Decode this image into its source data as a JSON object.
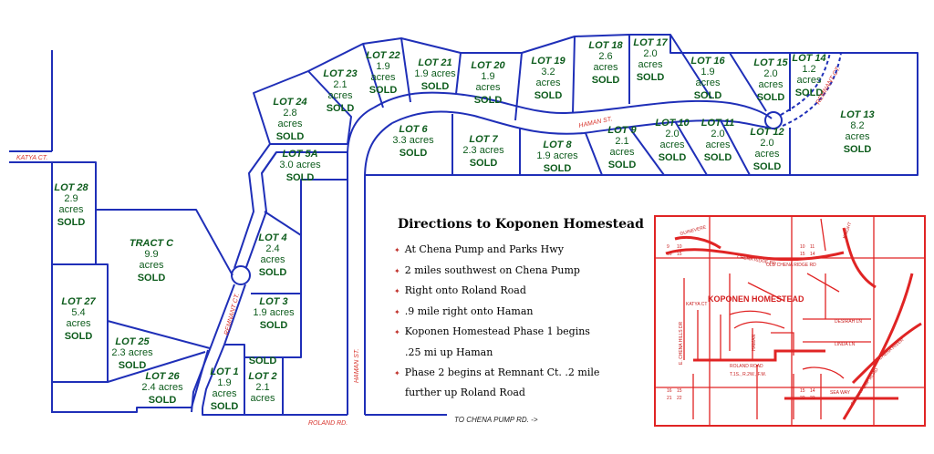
{
  "lots": [
    {
      "id": "lot-28",
      "name": "LOT 28",
      "acres": "2.9",
      "acres_unit": "acres",
      "status": "SOLD"
    },
    {
      "id": "tract-c",
      "name": "TRACT C",
      "acres": "9.9",
      "acres_unit": "acres",
      "status": "SOLD"
    },
    {
      "id": "lot-27",
      "name": "LOT 27",
      "acres": "5.4",
      "acres_unit": "acres",
      "status": "SOLD"
    },
    {
      "id": "lot-25",
      "name": "LOT 25",
      "acres": "2.3 acres",
      "acres_unit": "",
      "status": "SOLD"
    },
    {
      "id": "lot-26",
      "name": "LOT 26",
      "acres": "2.4 acres",
      "acres_unit": "",
      "status": "SOLD"
    },
    {
      "id": "lot-1",
      "name": "LOT 1",
      "acres": "1.9",
      "acres_unit": "acres",
      "status": "SOLD"
    },
    {
      "id": "lot-2",
      "name": "LOT 2",
      "acres": "2.1",
      "acres_unit": "acres",
      "status": "SOLD"
    },
    {
      "id": "lot-3",
      "name": "LOT 3",
      "acres": "1.9 acres",
      "acres_unit": "",
      "status": "SOLD"
    },
    {
      "id": "lot-4",
      "name": "LOT 4",
      "acres": "2.4",
      "acres_unit": "acres",
      "status": "SOLD"
    },
    {
      "id": "lot-5a",
      "name": "LOT 5A",
      "acres": "3.0 acres",
      "acres_unit": "",
      "status": "SOLD"
    },
    {
      "id": "lot-24",
      "name": "LOT 24",
      "acres": "2.8",
      "acres_unit": "acres",
      "status": "SOLD"
    },
    {
      "id": "lot-23",
      "name": "LOT 23",
      "acres": "2.1",
      "acres_unit": "acres",
      "status": "SOLD"
    },
    {
      "id": "lot-22",
      "name": "LOT 22",
      "acres": "1.9",
      "acres_unit": "acres",
      "status": "SOLD"
    },
    {
      "id": "lot-21",
      "name": "LOT 21",
      "acres": "1.9 acres",
      "acres_unit": "",
      "status": "SOLD"
    },
    {
      "id": "lot-20",
      "name": "LOT 20",
      "acres": "1.9",
      "acres_unit": "acres",
      "status": "SOLD"
    },
    {
      "id": "lot-19",
      "name": "LOT 19",
      "acres": "3.2",
      "acres_unit": "acres",
      "status": "SOLD"
    },
    {
      "id": "lot-18",
      "name": "LOT 18",
      "acres": "2.6",
      "acres_unit": "acres",
      "status": "SOLD"
    },
    {
      "id": "lot-17",
      "name": "LOT 17",
      "acres": "2.0",
      "acres_unit": "acres",
      "status": "SOLD"
    },
    {
      "id": "lot-16",
      "name": "LOT 16",
      "acres": "1.9",
      "acres_unit": "acres",
      "status": "SOLD"
    },
    {
      "id": "lot-15",
      "name": "LOT 15",
      "acres": "2.0",
      "acres_unit": "acres",
      "status": "SOLD"
    },
    {
      "id": "lot-14",
      "name": "LOT 14",
      "acres": "1.2",
      "acres_unit": "acres",
      "status": "SOLD"
    },
    {
      "id": "lot-13",
      "name": "LOT 13",
      "acres": "8.2",
      "acres_unit": "acres",
      "status": "SOLD"
    },
    {
      "id": "lot-6",
      "name": "LOT 6",
      "acres": "3.3 acres",
      "acres_unit": "",
      "status": "SOLD"
    },
    {
      "id": "lot-7",
      "name": "LOT 7",
      "acres": "2.3 acres",
      "acres_unit": "",
      "status": "SOLD"
    },
    {
      "id": "lot-8",
      "name": "LOT 8",
      "acres": "1.9 acres",
      "acres_unit": "",
      "status": "SOLD"
    },
    {
      "id": "lot-9",
      "name": "LOT 9",
      "acres": "2.1",
      "acres_unit": "acres",
      "status": "SOLD"
    },
    {
      "id": "lot-10",
      "name": "LOT 10",
      "acres": "2.0",
      "acres_unit": "acres",
      "status": "SOLD"
    },
    {
      "id": "lot-11",
      "name": "LOT 11",
      "acres": "2.0",
      "acres_unit": "acres",
      "status": "SOLD"
    },
    {
      "id": "lot-12",
      "name": "LOT 12",
      "acres": "2.0",
      "acres_unit": "acres",
      "status": "SOLD"
    }
  ],
  "roads": {
    "katya": "KATYA CT.",
    "roland": "ROLAND RD.",
    "haman_upper": "HAMAN ST.",
    "haman_vertical": "HAMAN ST.",
    "remnant": "REMNANT CT.",
    "chena_pump_ref": "TO CHENA PUMP RD. ->",
    "remnant_upper": "REMNANT CT."
  },
  "directions": {
    "title": "Directions to Koponen Homestead",
    "bullet": "✦",
    "steps": [
      "At Chena Pump and Parks Hwy",
      "2 miles southwest on Chena Pump",
      "Right onto Roland Road",
      ".9 mile right onto Haman",
      "Koponen Homestead Phase 1 begins",
      ".25 mi up Haman",
      "Phase 2 begins at Remnant Ct. .2 mile",
      "further up Roland Road"
    ],
    "continuation_flags": [
      false,
      false,
      false,
      false,
      false,
      true,
      false,
      true
    ]
  },
  "inset": {
    "title": "KOPONEN HOMESTEAD",
    "roland_road": "ROLAND ROAD",
    "township": "T.1S., R.2W., F.M.",
    "sea_way": "SEA WAY",
    "chena_pump": "CHENA PUMP ROAD",
    "chena_ridge": "CHENA RIDGE RD",
    "guinevere": "GUINEVERE",
    "chena_river": "CHENA RIVER",
    "knight": "KNIGHT",
    "katya": "KATYA CT",
    "chena_hills": "E. CHENA HILLS DR",
    "haman": "HAMAN",
    "desirah": "DESIRAH LN",
    "linda": "LINDA LN",
    "old_chena_ridge": "OLD CHENA RIDGE RD",
    "lot_section_numbers": [
      "9",
      "10",
      "16",
      "15",
      "10",
      "11",
      "15",
      "14",
      "16",
      "15",
      "21",
      "22",
      "15",
      "14",
      "22",
      "23"
    ]
  }
}
